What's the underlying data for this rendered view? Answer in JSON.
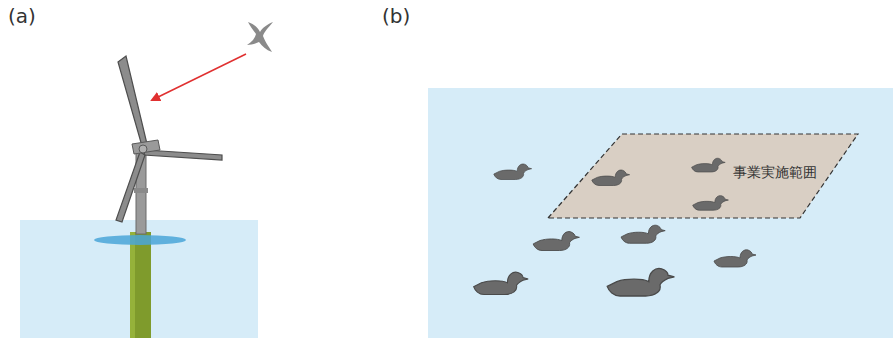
{
  "diagram": {
    "nodes": [
      {
        "text": [
          "事業実施範囲"
        ]
      }
    ],
    "labels": [
      "(a)",
      "(b)"
    ]
  }
}
